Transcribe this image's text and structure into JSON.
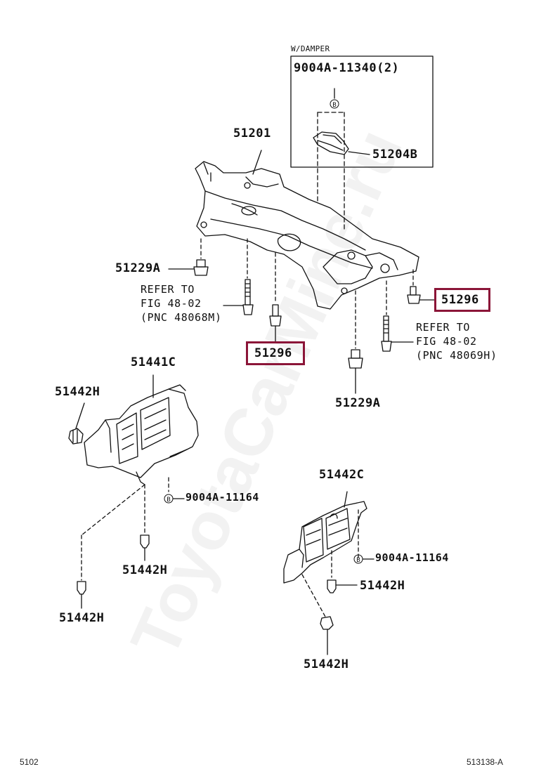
{
  "watermark": "ToyotaCarMine.ru",
  "box_title": "W/DAMPER",
  "colors": {
    "highlight": "#8b1538",
    "line": "#111111"
  },
  "labels": {
    "bolt_9004A_11340": "9004A-11340(2)",
    "damper_51204B": "51204B",
    "crossmember_51201": "51201",
    "stopper_51229A_left": "51229A",
    "stopper_51229A_right": "51229A",
    "bolt_51296_left": "51296",
    "bolt_51296_right": "51296",
    "cover_51441C": "51441C",
    "cover_51442C": "51442C",
    "clip_51442H_a": "51442H",
    "clip_51442H_b": "51442H",
    "clip_51442H_c": "51442H",
    "clip_51442H_d": "51442H",
    "clip_51442H_e": "51442H",
    "screw_9004A_11164_left": "9004A-11164",
    "screw_9004A_11164_right": "9004A-11164"
  },
  "refs": {
    "left": [
      "REFER TO",
      "FIG 48-02",
      "(PNC 48068M)"
    ],
    "right": [
      "REFER TO",
      "FIG 48-02",
      "(PNC 48069H)"
    ]
  },
  "callout_marker": "B",
  "footer": {
    "left": "5102",
    "right": "513138-A"
  }
}
